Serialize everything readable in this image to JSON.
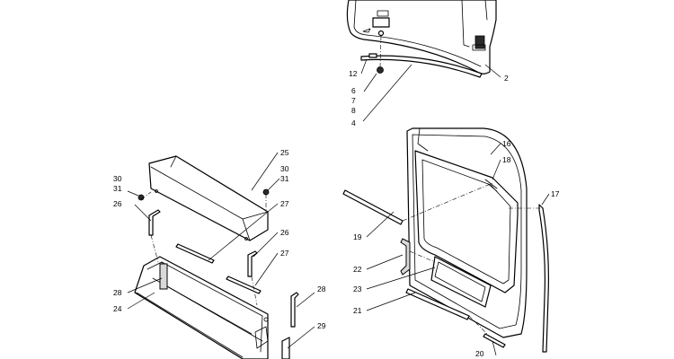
{
  "callouts": {
    "c2": "2",
    "c4": "4",
    "c6": "6",
    "c7": "7",
    "c8": "8",
    "c12": "12",
    "c16": "16",
    "c17": "17",
    "c18": "18",
    "c19": "19",
    "c20": "20",
    "c21": "21",
    "c22": "22",
    "c23": "23",
    "c24": "24",
    "c25": "25",
    "c26a": "26",
    "c26b": "26",
    "c27a": "27",
    "c27b": "27",
    "c28a": "28",
    "c28b": "28",
    "c29": "29",
    "c30a": "30",
    "c30b": "30",
    "c31a": "31",
    "c31b": "31"
  }
}
